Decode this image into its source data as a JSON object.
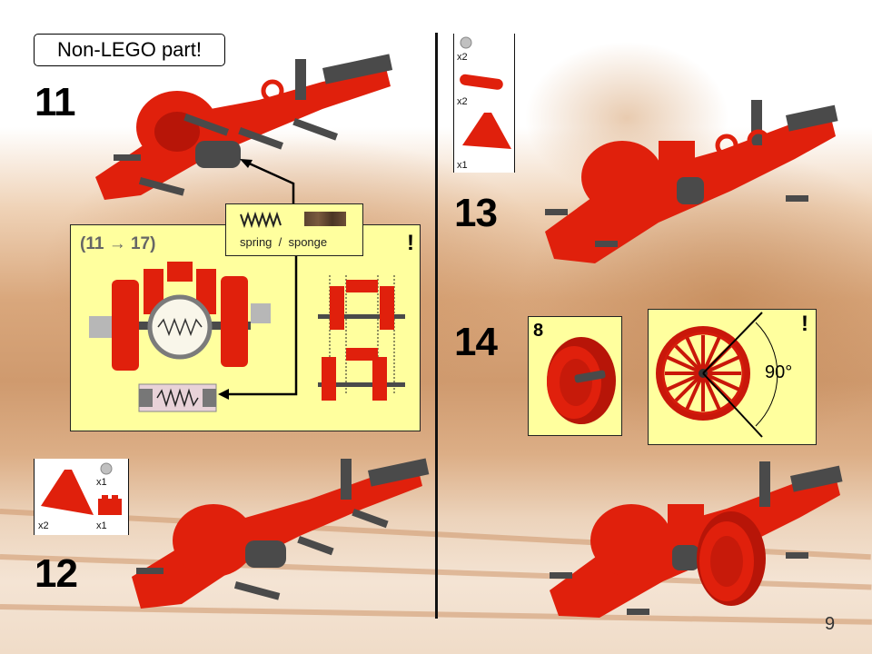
{
  "page": {
    "page_number": "9",
    "callout": "Non-LEGO part!"
  },
  "steps": [
    {
      "number": "11"
    },
    {
      "number": "12"
    },
    {
      "number": "13"
    },
    {
      "number": "14"
    }
  ],
  "note_box": {
    "range_label": "(11 → 17)",
    "warning_mark": "!"
  },
  "legend": {
    "label": "spring  /  sponge",
    "spring_icon": "spring-zigzag-icon",
    "sponge_icon": "sponge-swatch-icon"
  },
  "parts_step13": {
    "items": [
      {
        "part": "grey-bush",
        "qty": "x2"
      },
      {
        "part": "red-bent-liftarm",
        "qty": "x2"
      },
      {
        "part": "red-triangle-liftarm",
        "qty": "x1"
      }
    ]
  },
  "parts_step12": {
    "items": [
      {
        "part": "red-triangle-liftarm",
        "qty": "x2"
      },
      {
        "part": "grey-bush",
        "qty": "x1"
      },
      {
        "part": "red-technic-brick-1x2",
        "qty": "x1"
      }
    ]
  },
  "step14": {
    "wheel_count": "8",
    "angle_label": "90°",
    "warning_mark": "!"
  },
  "colors": {
    "lego_red": "#e0200c",
    "note_yellow": "#ffff9e",
    "range_grey": "#666666",
    "sepia_bg": "#d9a77c"
  }
}
